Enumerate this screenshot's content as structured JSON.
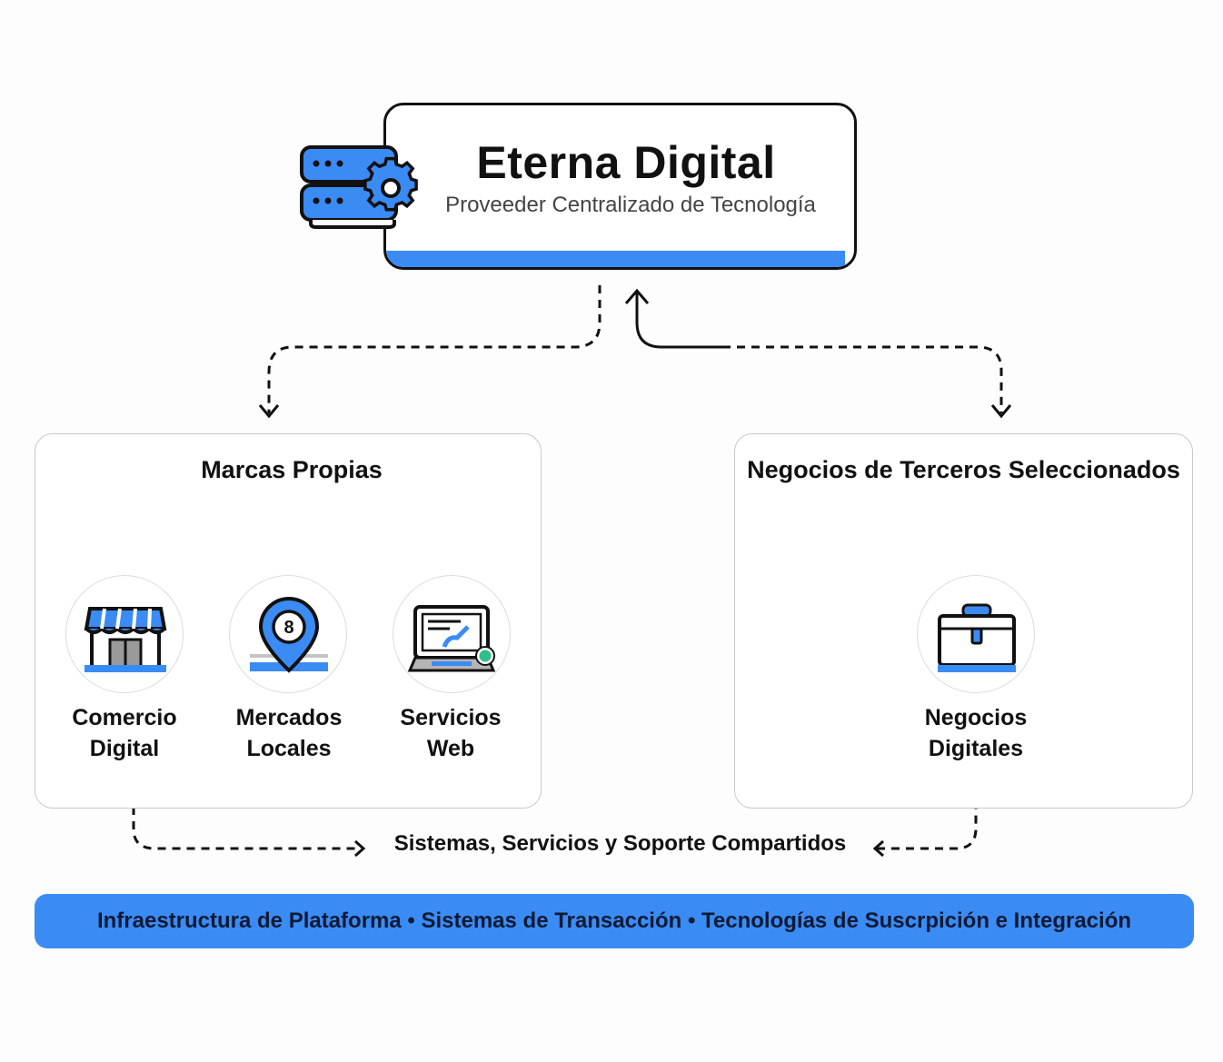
{
  "header": {
    "title": "Eterna Digital",
    "subtitle": "Proveeder Centralizado de Tecnología"
  },
  "left_panel": {
    "title": "Marcas Propias",
    "items": [
      {
        "line1": "Comercio",
        "line2": "Digital",
        "icon": "storefront-icon"
      },
      {
        "line1": "Mercados",
        "line2": "Locales",
        "icon": "location-pin-icon",
        "badge": "8"
      },
      {
        "line1": "Servicios",
        "line2": "Web",
        "icon": "monitor-icon"
      }
    ]
  },
  "right_panel": {
    "title": "Negocios de Terceros Seleccionados",
    "items": [
      {
        "line1": "Negocios",
        "line2": "Digitales",
        "icon": "briefcase-icon"
      }
    ]
  },
  "shared": {
    "label": "Sistemas, Servicios y Soporte Compartidos"
  },
  "footer": {
    "text": "Infraestructura de Plataforma • Sistemas de Transacción • Tecnologías de Suscrpición e Integración"
  },
  "colors": {
    "accent": "#3b8bf5",
    "ink": "#111111"
  }
}
